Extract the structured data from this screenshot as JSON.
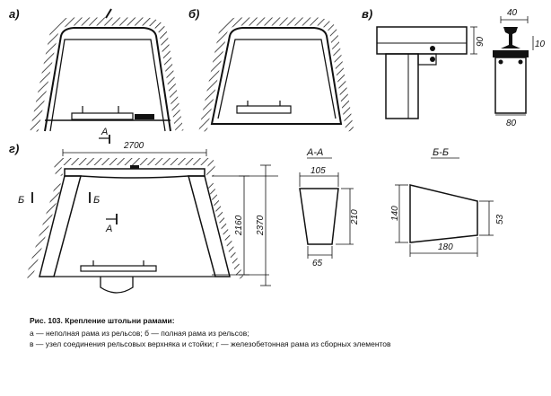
{
  "figure": {
    "panel_labels": {
      "a": "а)",
      "b": "б)",
      "v": "в)",
      "g": "г)"
    },
    "dimensions": {
      "top_width": "2700",
      "inner_height": "2160",
      "outer_height": "2370",
      "v_width_top": "40",
      "v_height": "90",
      "v_small": "10",
      "v_width_bottom": "80",
      "aa_top": "105",
      "aa_height": "210",
      "aa_bottom": "65",
      "bb_left": "140",
      "bb_length": "180",
      "bb_right": "53"
    },
    "section_marks": {
      "a": "А",
      "b": "Б",
      "aa_title": "А-А",
      "bb_title": "Б-Б"
    }
  },
  "caption": {
    "title": "Рис. 103. Крепление штольни рамами:",
    "line1": "а — неполная рама из рельсов; б — полная рама из рельсов;",
    "line2": "в — узел соединения рельсовых верхняка и стойки; г — железобетонная рама из сборных элементов"
  }
}
